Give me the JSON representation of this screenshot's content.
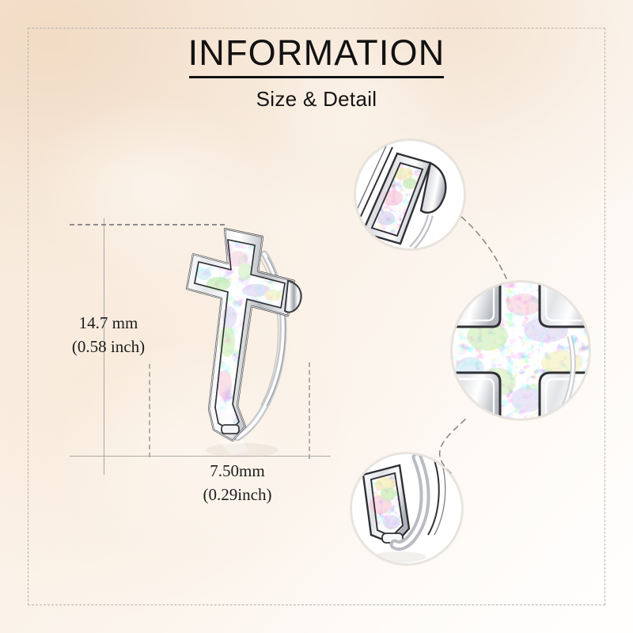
{
  "header": {
    "title": "INFORMATION",
    "subtitle": "Size & Detail"
  },
  "dimensions": {
    "height_mm": "14.7 mm",
    "height_inch": "(0.58 inch)",
    "width_mm": "7.50mm",
    "width_inch": "(0.29inch)"
  },
  "product": {
    "name": "opal-cross-earring",
    "metal_color": "#d9d9dd",
    "metal_highlight": "#ffffff",
    "metal_shadow": "#8d8f94",
    "outline_color": "#2b2b2e",
    "opal_base": "#f6f1f6",
    "opal_pink": "#f7c9d8",
    "opal_green": "#c6e8a8",
    "opal_lavender": "#d6cdf0",
    "opal_yellow": "#f2eeb0",
    "opal_blue": "#bfe0f2"
  },
  "details": [
    {
      "name": "detail-circle-top",
      "caption": "cross-tip-closeup"
    },
    {
      "name": "detail-circle-middle",
      "caption": "opal-cross-center-closeup"
    },
    {
      "name": "detail-circle-bottom",
      "caption": "earring-hook-closeup"
    }
  ],
  "theme": {
    "background_warm": "#f5e6d6",
    "background_light": "#fffefd",
    "frame_color": "#b9b2ac",
    "guide_color": "#a9a6a3",
    "text_color": "#121212"
  }
}
